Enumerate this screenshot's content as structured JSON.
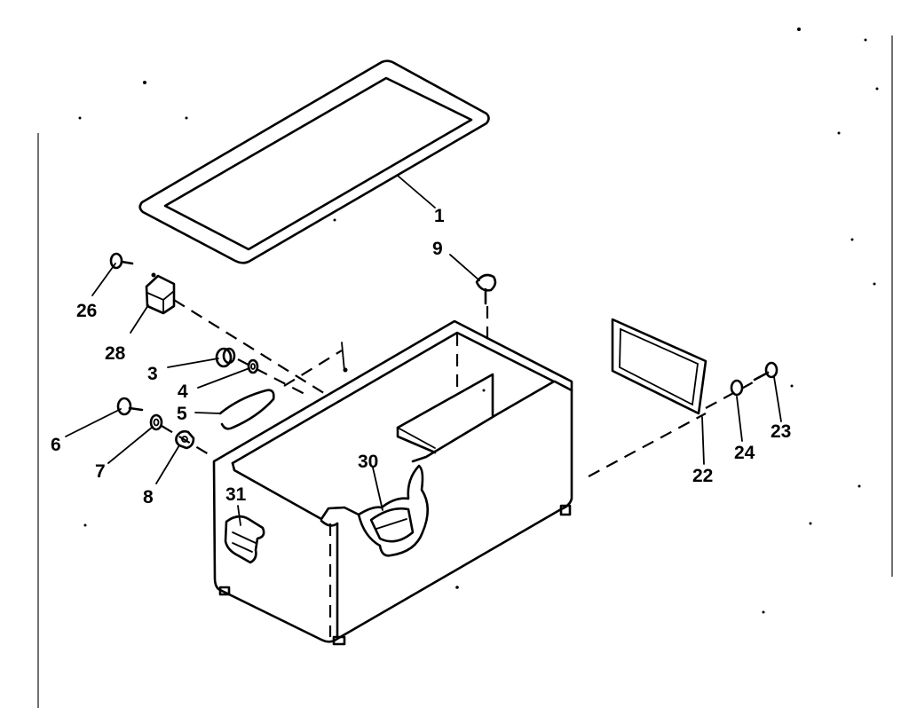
{
  "callouts": [
    {
      "id": "c1",
      "text": "1"
    },
    {
      "id": "c9",
      "text": "9"
    },
    {
      "id": "c26",
      "text": "26"
    },
    {
      "id": "c28",
      "text": "28"
    },
    {
      "id": "c3",
      "text": "3"
    },
    {
      "id": "c4",
      "text": "4"
    },
    {
      "id": "c5",
      "text": "5"
    },
    {
      "id": "c6",
      "text": "6"
    },
    {
      "id": "c7",
      "text": "7"
    },
    {
      "id": "c8",
      "text": "8"
    },
    {
      "id": "c30",
      "text": "30"
    },
    {
      "id": "c31",
      "text": "31"
    },
    {
      "id": "c22",
      "text": "22"
    },
    {
      "id": "c24",
      "text": "24"
    },
    {
      "id": "c23",
      "text": "23"
    }
  ]
}
